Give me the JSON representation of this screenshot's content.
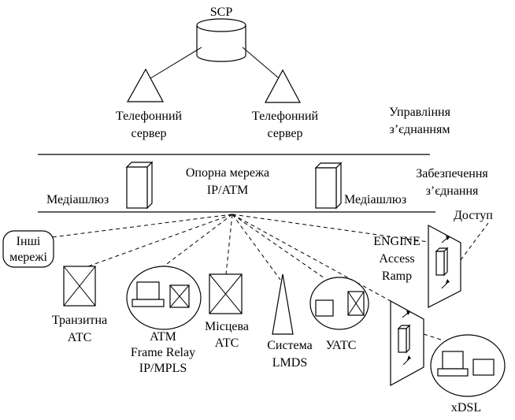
{
  "scp": {
    "label": "SCP"
  },
  "control_layer": {
    "server_left": {
      "line1": "Телефонний",
      "line2": "сервер"
    },
    "server_right": {
      "line1": "Телефонний",
      "line2": "сервер"
    },
    "label_line1": "Управління",
    "label_line2": "з’єднанням"
  },
  "transport_layer": {
    "core_line1": "Опорна мережа",
    "core_line2": "IP/ATM",
    "gateway_left": "Медіашлюз",
    "gateway_right": "Медіашлюз",
    "label_line1": "Забезпечення",
    "label_line2": "з’єднання"
  },
  "access_layer": {
    "access_label": "Доступ",
    "other_networks": {
      "line1": "Інші",
      "line2": "мережі"
    },
    "engine": {
      "line1": "ENGINE",
      "line2": "Access",
      "line3": "Ramp"
    },
    "transit_exchange": {
      "line1": "Транзитна",
      "line2": "АТС"
    },
    "atm_cloud": {
      "line1": "ATM",
      "line2": "Frame Relay",
      "line3": "IP/MPLS"
    },
    "local_exchange": {
      "line1": "Місцева",
      "line2": "АТС"
    },
    "lmds": {
      "line1": "Система",
      "line2": "LMDS"
    },
    "uatc": {
      "label": "УАТС"
    },
    "xdsl": {
      "label": "xDSL"
    }
  }
}
